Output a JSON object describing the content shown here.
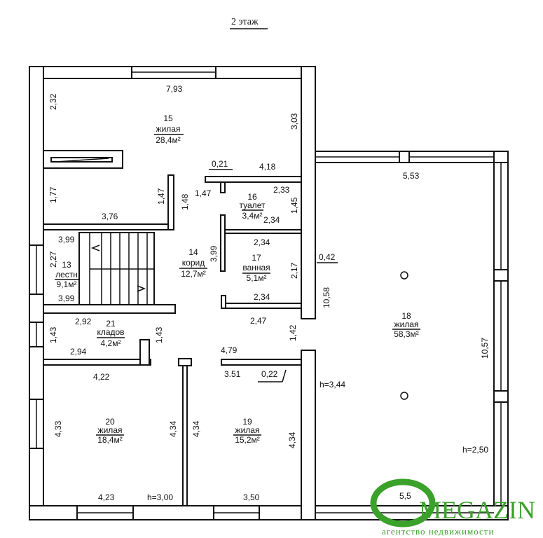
{
  "title": "2 этаж",
  "rooms": [
    {
      "num": "15",
      "name": "жилая",
      "area": "28,4м²"
    },
    {
      "num": "16",
      "name": "туалет",
      "area": "3,4м²"
    },
    {
      "num": "14",
      "name": "корид",
      "area": "12,7м²"
    },
    {
      "num": "17",
      "name": "ванная",
      "area": "5,1м²"
    },
    {
      "num": "13",
      "name": "лестн",
      "area": "9,1м²"
    },
    {
      "num": "21",
      "name": "кладов",
      "area": "4,2м²"
    },
    {
      "num": "20",
      "name": "жилая",
      "area": "18,4м²"
    },
    {
      "num": "19",
      "name": "жилая",
      "area": "15,2м²"
    },
    {
      "num": "18",
      "name": "жилая",
      "area": "58,3м²"
    }
  ],
  "dims": {
    "d793": "7,93",
    "d232": "2,32",
    "d303": "3,03",
    "d021": "0,21",
    "d418": "4,18",
    "d177": "1,77",
    "d147a": "1,47",
    "d148": "1,48",
    "d147b": "1,47",
    "d233": "2,33",
    "d145": "1,45",
    "d234a": "2,34",
    "d376": "3,76",
    "d399a": "3,99",
    "d227": "2,27",
    "d399c": "3,99",
    "d234b": "2,34",
    "d217": "2,17",
    "d399b": "3,99",
    "d234c": "2,34",
    "d042": "0,42",
    "d1058": "10,58",
    "d292": "2,92",
    "d143a": "1,43",
    "d143b": "1,43",
    "d247": "2,47",
    "d142": "1,42",
    "d294": "2,94",
    "d479": "4,79",
    "d422": "4,22",
    "d351": "3.51",
    "d022": "0,22",
    "d433": "4,33",
    "d434a": "4,34",
    "d434b": "4,34",
    "d434c": "4,34",
    "d423": "4,23",
    "d350": "3,50",
    "d553": "5,53",
    "d1057": "10,57",
    "d553b": "5,5"
  },
  "heights": {
    "h1": "h=3,44",
    "h2": "h=3,00",
    "h3": "h=2,50"
  },
  "logo": {
    "brand": "MEGAZIN",
    "tagline": "агентство недвижимости",
    "color": "#3aa12a"
  }
}
